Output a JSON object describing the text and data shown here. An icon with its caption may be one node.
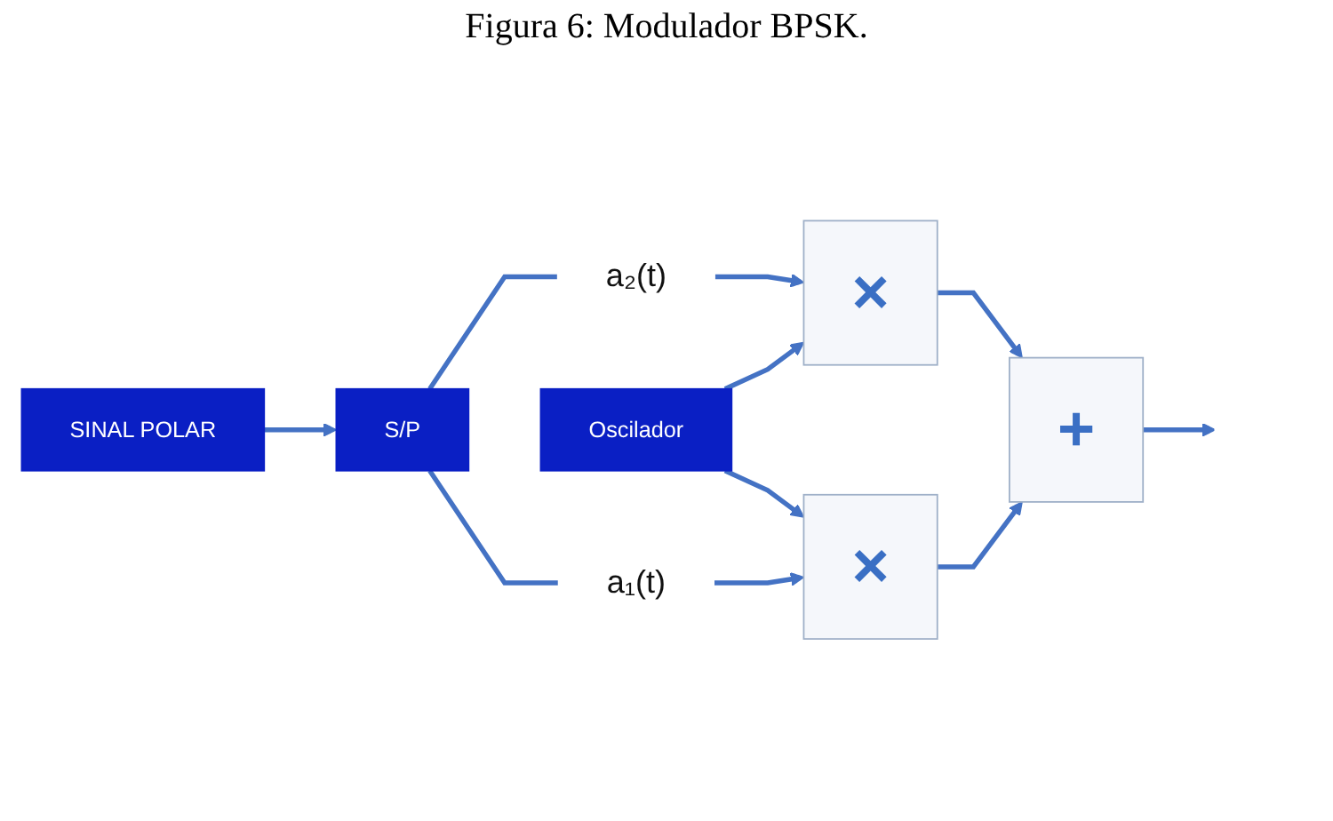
{
  "diagram": {
    "title": "Figura 6: Modulador BPSK.",
    "nodes": [
      {
        "text": [
          "SINAL POLAR"
        ]
      },
      {
        "text": [
          "S/P"
        ]
      },
      {
        "text": [
          "a₂(t)"
        ]
      },
      {
        "text": [
          "×"
        ]
      },
      {
        "text": [
          "Oscilador"
        ]
      },
      {
        "text": [
          "a₁(t)"
        ]
      },
      {
        "text": [
          "×"
        ]
      },
      {
        "text": [
          "+"
        ]
      }
    ],
    "edges": [
      {
        "from": 0,
        "to": 1,
        "arrow": "to"
      },
      {
        "from": 1,
        "to": 2,
        "arrow": "none"
      },
      {
        "from": 2,
        "to": 3,
        "arrow": "to"
      },
      {
        "from": 1,
        "to": 5,
        "arrow": "none"
      },
      {
        "from": 5,
        "to": 6,
        "arrow": "to"
      },
      {
        "from": 4,
        "to": 3,
        "arrow": "to"
      },
      {
        "from": 4,
        "to": 6,
        "arrow": "to"
      },
      {
        "from": 3,
        "to": 7,
        "arrow": "to"
      },
      {
        "from": 6,
        "to": 7,
        "arrow": "to"
      },
      {
        "from": 7,
        "to": null,
        "arrow": "to"
      }
    ]
  }
}
